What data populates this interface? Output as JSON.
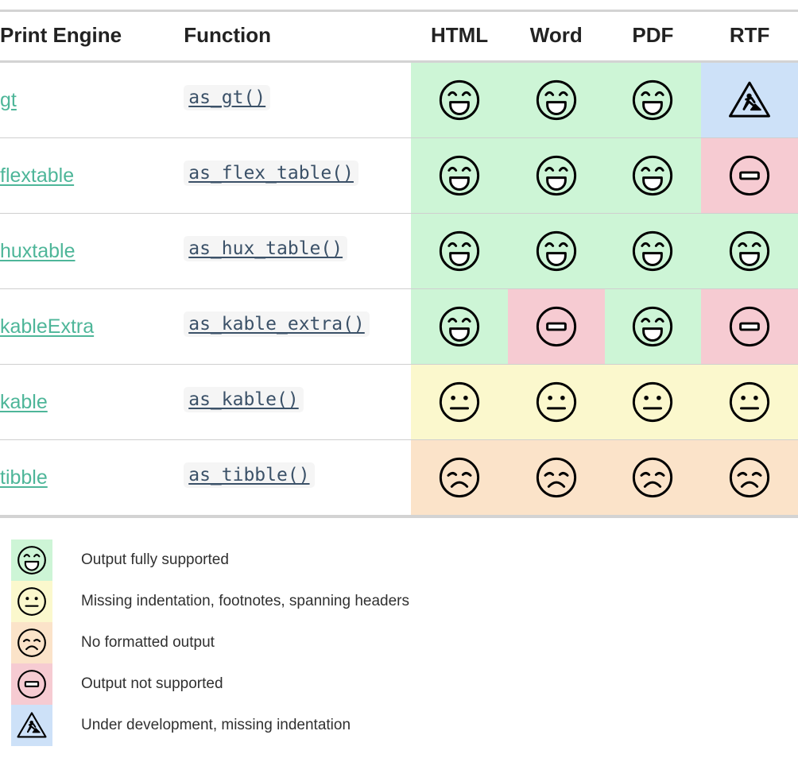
{
  "table": {
    "columns": [
      "Print Engine",
      "Function",
      "HTML",
      "Word",
      "PDF",
      "RTF"
    ],
    "rows": [
      {
        "engine": "gt",
        "function": "as_gt()",
        "html": "happy",
        "word": "happy",
        "pdf": "happy",
        "rtf": "construction"
      },
      {
        "engine": "flextable",
        "function": "as_flex_table()",
        "html": "happy",
        "word": "happy",
        "pdf": "happy",
        "rtf": "blocked"
      },
      {
        "engine": "huxtable",
        "function": "as_hux_table()",
        "html": "happy",
        "word": "happy",
        "pdf": "happy",
        "rtf": "happy"
      },
      {
        "engine": "kableExtra",
        "function": "as_kable_extra()",
        "html": "happy",
        "word": "blocked",
        "pdf": "happy",
        "rtf": "blocked"
      },
      {
        "engine": "kable",
        "function": "as_kable()",
        "html": "neutral",
        "word": "neutral",
        "pdf": "neutral",
        "rtf": "neutral"
      },
      {
        "engine": "tibble",
        "function": "as_tibble()",
        "html": "sad",
        "word": "sad",
        "pdf": "sad",
        "rtf": "sad"
      }
    ]
  },
  "legend": {
    "items": [
      {
        "icon": "happy",
        "label": "Output fully supported",
        "color": "#cdf5d6"
      },
      {
        "icon": "neutral",
        "label": "Missing indentation, footnotes, spanning headers",
        "color": "#fbf8cd"
      },
      {
        "icon": "sad",
        "label": "No formatted output",
        "color": "#fbe3c9"
      },
      {
        "icon": "blocked",
        "label": "Output not supported",
        "color": "#f6cbd2"
      },
      {
        "icon": "construction",
        "label": "Under development, missing indentation",
        "color": "#cde1f8"
      }
    ]
  },
  "colors": {
    "supported": "#cdf5d6",
    "partial": "#fbf8cd",
    "none": "#fbe3c9",
    "unsupported": "#f6cbd2",
    "development": "#cde1f8",
    "link": "#4EB699",
    "code": "#3b5168",
    "rule": "#d3d3d3"
  }
}
